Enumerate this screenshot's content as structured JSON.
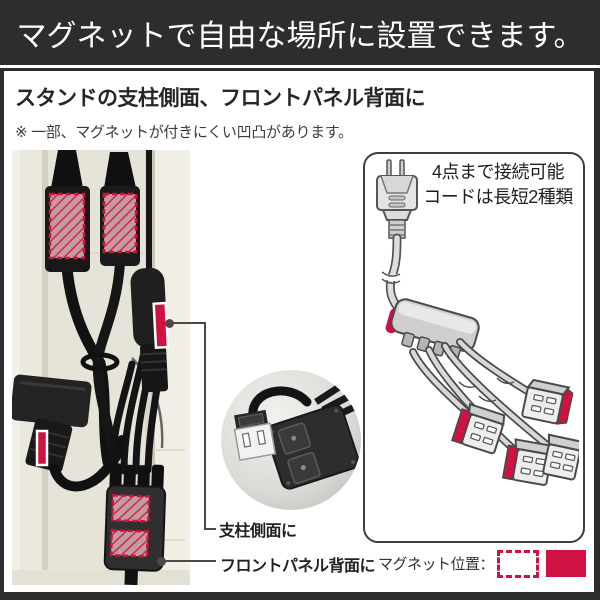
{
  "banner": {
    "title": "マグネットで自由な場所に設置できます。"
  },
  "section": {
    "heading": "スタンドの支柱側面、フロントパネル背面に",
    "note": "※ 一部、マグネットが付きにくい凹凸があります。"
  },
  "diagram_box": {
    "callout_line1": "4点まで接続可能",
    "callout_line2": "コードは長短2種類"
  },
  "annotations": {
    "pillar_side": "支柱側面に",
    "front_panel_back": "フロントパネル背面に"
  },
  "legend": {
    "label": "マグネット位置：",
    "dashed_swatch_meaning": "magnet-position-hatched-area",
    "solid_swatch_meaning": "magnet-position-solid-area"
  },
  "colors": {
    "accent_red": "#d01243",
    "banner_bg": "#2d2d2d",
    "frame_border": "#2d2d2d"
  }
}
